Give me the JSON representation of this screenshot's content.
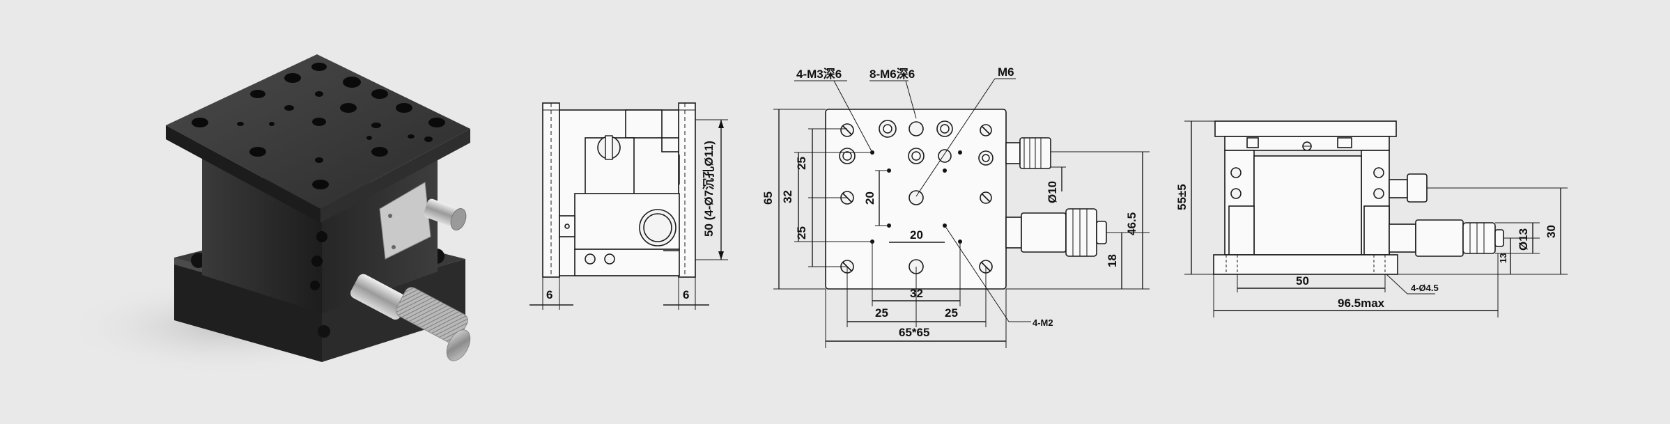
{
  "side_view_left": {
    "height_label": "50 (4-Ø7沉孔Ø11)",
    "width_left": "6",
    "width_right": "6"
  },
  "top_view": {
    "label_m3": "4-M3深6",
    "label_m6_holes": "8-M6深6",
    "label_m6": "M6",
    "label_m2": "4-M2",
    "dim_65_v": "65",
    "dim_32_v": "32",
    "dim_25_v_top": "25",
    "dim_25_v_bot": "25",
    "dim_20_v": "20",
    "dim_20_h": "20",
    "dim_32_h": "32",
    "dim_25_h_left": "25",
    "dim_25_h_right": "25",
    "dim_65x65": "65*65",
    "dim_dia10": "Ø10",
    "dim_46_5": "46.5",
    "dim_18": "18"
  },
  "front_view": {
    "dim_55": "55±5",
    "dim_50": "50",
    "dim_96_5": "96.5max",
    "dim_4_dia4_5": "4-Ø4.5",
    "dim_dia13": "Ø13",
    "dim_30": "30",
    "dim_13": "13"
  }
}
